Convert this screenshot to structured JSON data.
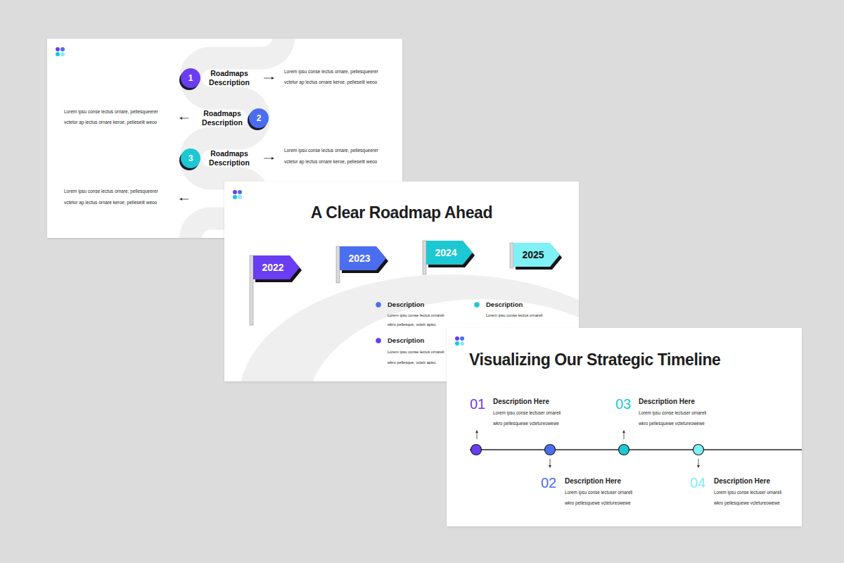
{
  "diagram": {
    "nodes": [
      {
        "text": [
          "1",
          "Roadmaps Description"
        ]
      },
      {
        "text": [
          "2",
          "Roadmaps Description"
        ]
      },
      {
        "text": [
          "3",
          "Roadmaps Description"
        ]
      },
      {
        "text": [
          "2022"
        ]
      },
      {
        "text": [
          "2023"
        ]
      },
      {
        "text": [
          "2024"
        ]
      },
      {
        "text": [
          "2025"
        ]
      }
    ],
    "labels": [
      "Lorem ipsu conse lectus ornare, pellesqueerer",
      "vctetur ap lectus ornare keroe, pelleselit weoo",
      "Lorem ipsu conse lectus ornare, pellesqueerer",
      "vctetur ap lectus ornare keroe, pelleselit weoo",
      "Lorem ipsu conse lectus ornare, pellesqueerer",
      "vctetur ap lectus ornare keroe, pelleselit weoo",
      "Lorem ipsu conse lectus ornare, pellesqueerer",
      "vctetur ap lectus ornare keroe, pelleselit weoo",
      "A Clear Roadmap Ahead",
      "Description",
      "Lorem ipsu conse lectus ornareli",
      "wkro pellesque, vctetr apisc",
      "Description",
      "Lorem ipsu conse lectus ornareli",
      "Description",
      "Lorem ipsu conse lectus ornareli",
      "wkro pellesque, vctetr apisc",
      "Visualizing Our Strategic Timeline",
      "01",
      "Description Here",
      "Lorem ipsu conse lectuser ornareli",
      "wkro pellesquewe vctetureowewe",
      "02",
      "Description Here",
      "Lorem ipsu conse lectuser ornareli",
      "wkro pellesquewe vctetureowewe",
      "03",
      "Description Here",
      "Lorem ipsu conse lectuser ornareli",
      "wkro pellesquewe vctetureowewe",
      "04",
      "Description Here",
      "Lorem ipsu conse lectuser ornareli",
      "wkro pellesquewe vctetureowewe"
    ]
  }
}
